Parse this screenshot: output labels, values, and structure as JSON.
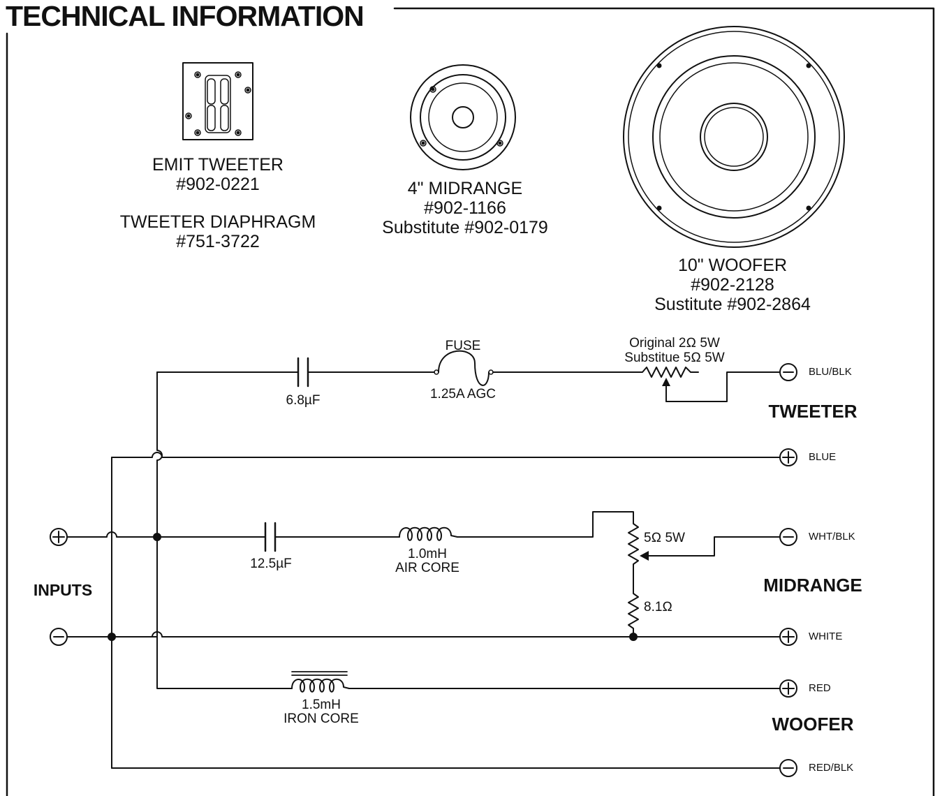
{
  "header": {
    "title": "TECHNICAL INFORMATION"
  },
  "components": {
    "tweeter": {
      "name": "EMIT TWEETER",
      "part": "#902-0221",
      "diaphragm_name": "TWEETER DIAPHRAGM",
      "diaphragm_part": "#751-3722"
    },
    "midrange": {
      "name": "4\" MIDRANGE",
      "part": "#902-1166",
      "substitute": "Substitute #902-0179"
    },
    "woofer": {
      "name": "10\" WOOFER",
      "part": "#902-2128",
      "substitute": "Sustitute #902-2864"
    }
  },
  "circuit": {
    "tweeter_cap": "6.8µF",
    "fuse_label": "FUSE",
    "fuse_rating": "1.25A AGC",
    "tweeter_res_original": "Original 2Ω 5W",
    "tweeter_res_substitute": "Substitue 5Ω 5W",
    "mid_cap": "12.5µF",
    "mid_inductor_value": "1.0mH",
    "mid_inductor_core": "AIR CORE",
    "mid_pot": "5Ω 5W",
    "mid_res": "8.1Ω",
    "woofer_inductor_value": "1.5mH",
    "woofer_inductor_core": "IRON CORE"
  },
  "outputs": {
    "tweeter_neg": "BLU/BLK",
    "tweeter_pos": "BLUE",
    "mid_neg": "WHT/BLK",
    "mid_pos": "WHITE",
    "woofer_pos": "RED",
    "woofer_neg": "RED/BLK"
  },
  "sections": {
    "tweeter": "TWEETER",
    "midrange": "MIDRANGE",
    "woofer": "WOOFER",
    "inputs": "INPUTS"
  }
}
